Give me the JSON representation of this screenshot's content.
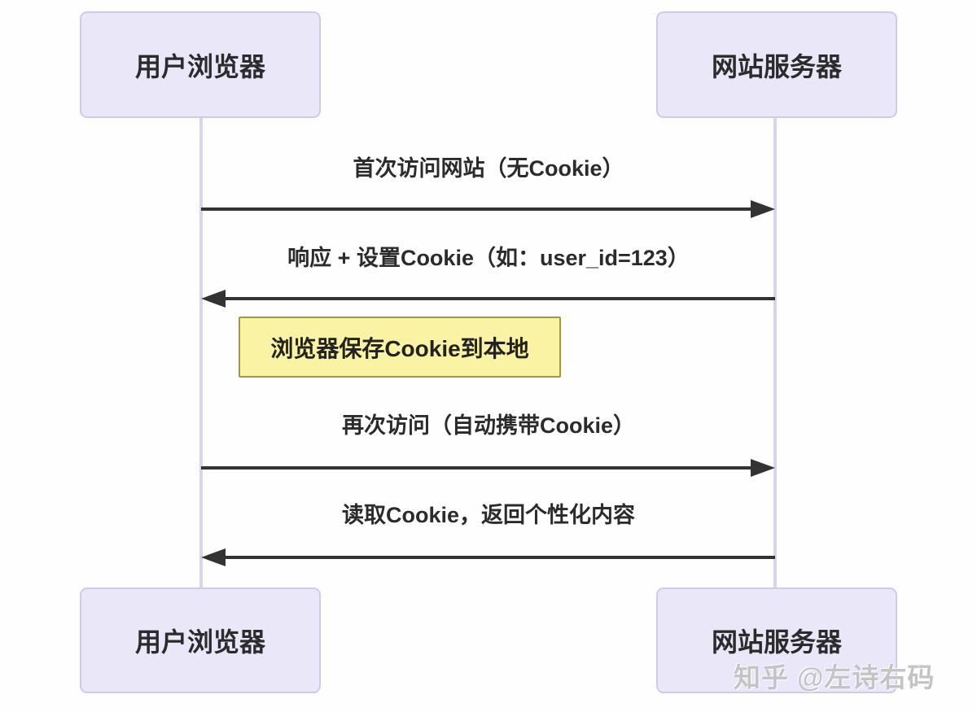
{
  "diagram": {
    "type": "sequence",
    "actors": {
      "browser": "用户浏览器",
      "server": "网站服务器"
    },
    "messages": [
      {
        "label": "首次访问网站（无Cookie）",
        "from": "browser",
        "to": "server",
        "direction": "right"
      },
      {
        "label": "响应 + 设置Cookie（如：user_id=123）",
        "from": "server",
        "to": "browser",
        "direction": "left"
      },
      {
        "label": "再次访问（自动携带Cookie）",
        "from": "browser",
        "to": "server",
        "direction": "right"
      },
      {
        "label": "读取Cookie，返回个性化内容",
        "from": "server",
        "to": "browser",
        "direction": "left"
      }
    ],
    "note": {
      "label": "浏览器保存Cookie到本地",
      "attached_to": "browser"
    },
    "watermark": "知乎 @左诗右码",
    "colors": {
      "background": "#FEFEFE",
      "actor_fill": "#E9E7F8",
      "actor_border": "#CFCBE8",
      "lifeline": "#D8D4EE",
      "arrow": "#333333",
      "note_fill": "#FAF3A3",
      "note_border": "#9C9C3E",
      "text": "#2B2B2B",
      "watermark": "#C4C4C6"
    }
  }
}
